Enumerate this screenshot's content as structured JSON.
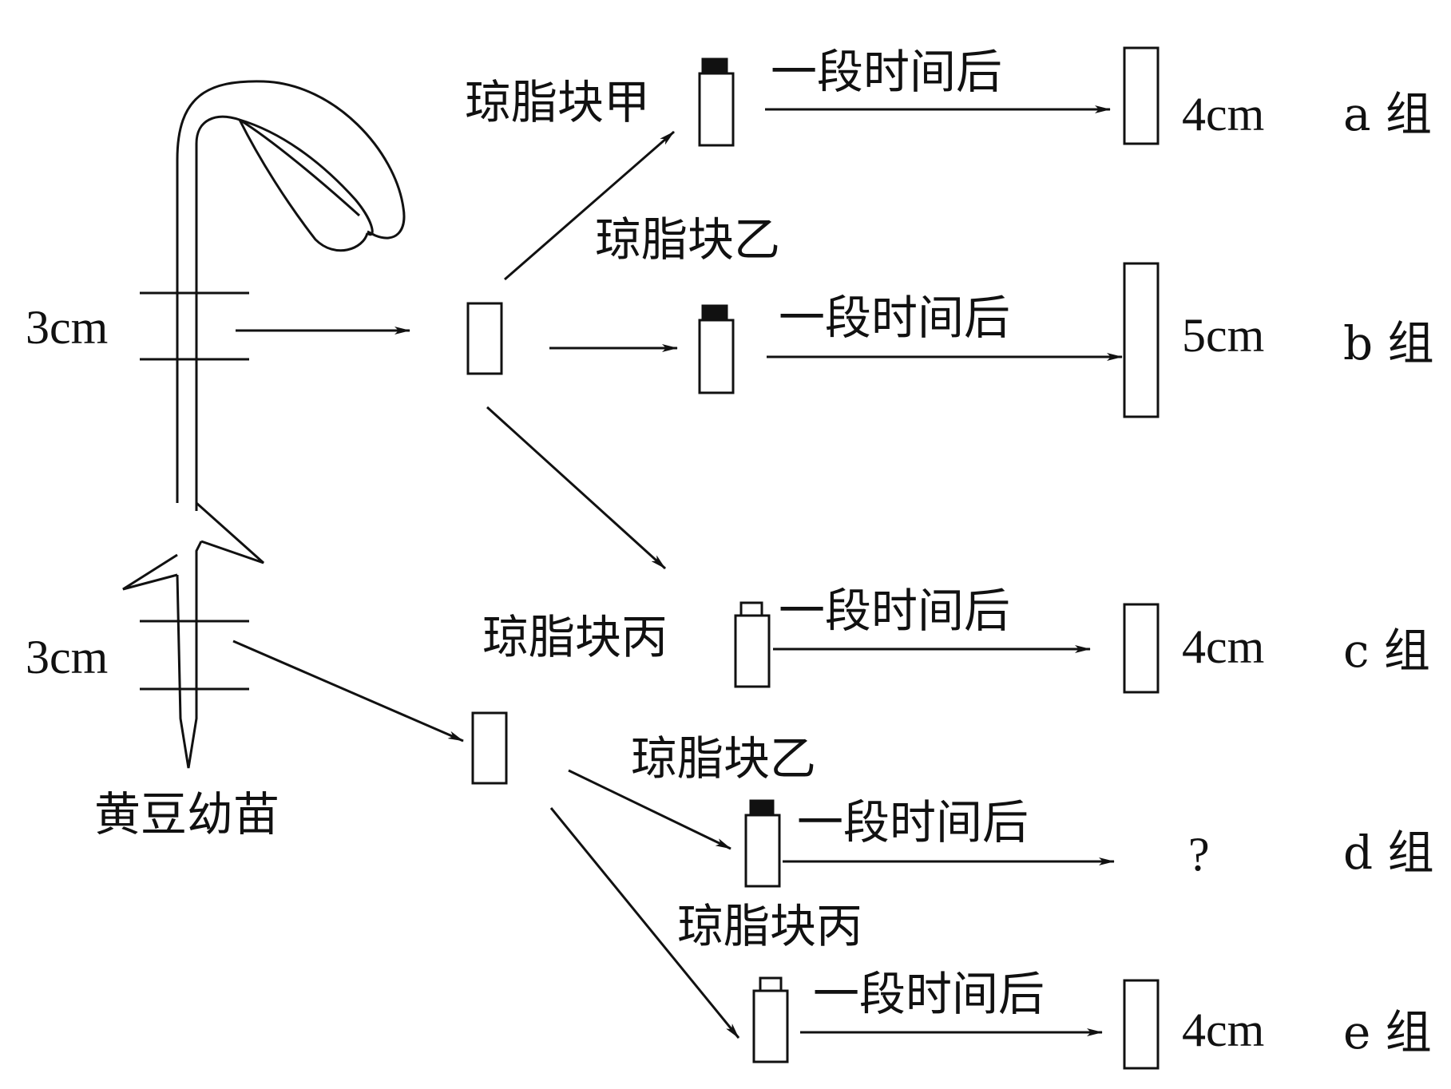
{
  "labels": {
    "block_jia": "琼脂块甲",
    "block_yi": "琼脂块乙",
    "block_bing": "琼脂块丙",
    "after_time": "一段时间后",
    "seedling": "黄豆幼苗",
    "segment_len": "3cm"
  },
  "groups": {
    "a": {
      "result": "4cm",
      "name": "a 组"
    },
    "b": {
      "result": "5cm",
      "name": "b 组"
    },
    "c": {
      "result": "4cm",
      "name": "c 组"
    },
    "d": {
      "result": "?",
      "name": "d 组"
    },
    "e": {
      "result": "4cm",
      "name": "e 组"
    }
  },
  "colors": {
    "stroke": "#111111",
    "cap_filled": "#111111",
    "cap_empty": "#ffffff"
  }
}
